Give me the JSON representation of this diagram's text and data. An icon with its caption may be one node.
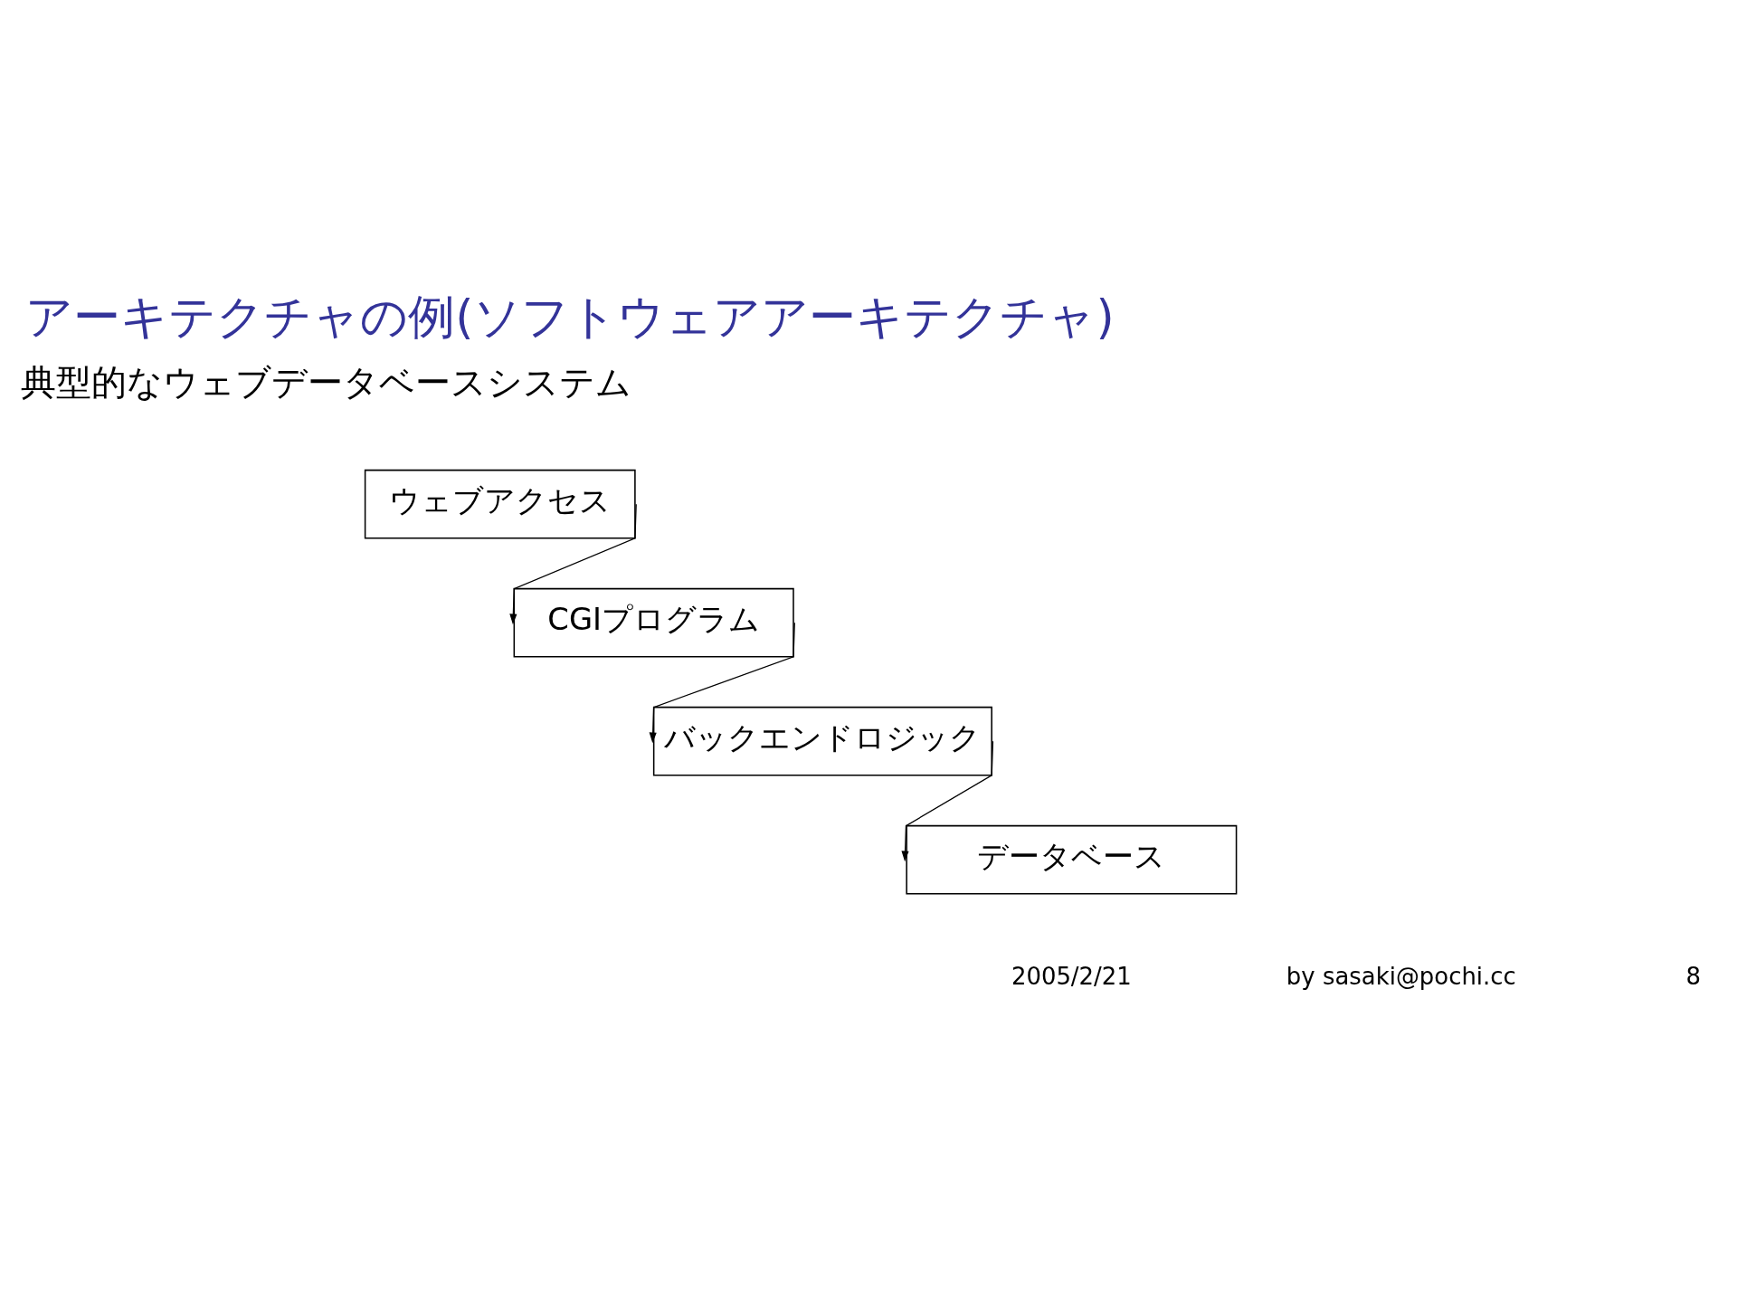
{
  "diagram": {
    "title": "アーキテクチャの例(ソフトウェアアーキテクチャ)",
    "nodes": [
      {
        "text": [
          "ウェブアクセス"
        ]
      },
      {
        "text": [
          "CGIプログラム"
        ]
      },
      {
        "text": [
          "バックエンドロジック"
        ]
      },
      {
        "text": [
          "データベース"
        ]
      }
    ],
    "edges": [
      {
        "from": 0,
        "to": 1,
        "arrow": "to"
      },
      {
        "from": 1,
        "to": 2,
        "arrow": "to"
      },
      {
        "from": 2,
        "to": 3,
        "arrow": "to"
      }
    ],
    "labels": [
      "典型的なウェブデータベースシステム",
      "2005/2/21",
      "by sasaki@pochi.cc",
      "8"
    ]
  }
}
